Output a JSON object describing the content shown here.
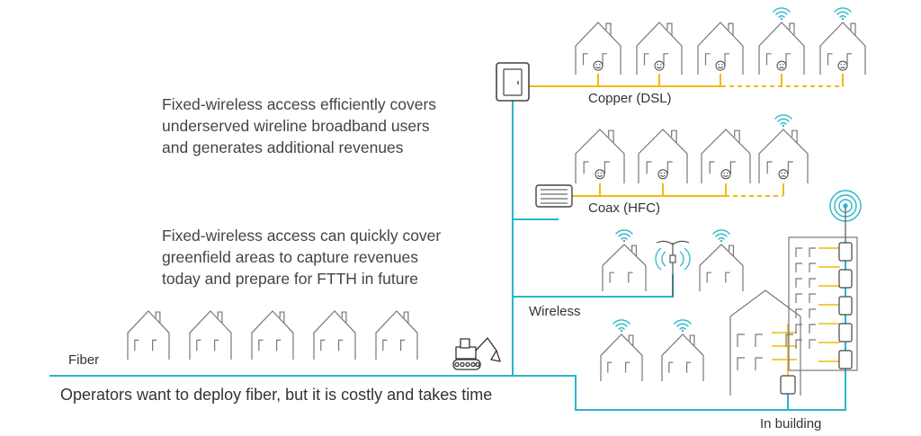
{
  "texts": {
    "fwa_underserved": [
      "Fixed-wireless access efficiently covers",
      "underserved wireline broadband users",
      "and generates additional revenues"
    ],
    "fwa_greenfield": [
      "Fixed-wireless access can quickly cover",
      "greenfield areas to capture revenues",
      "today and prepare for FTTH in future"
    ],
    "operators_fiber": "Operators want to deploy fiber, but it is costly and takes time"
  },
  "labels": {
    "copper": "Copper (DSL)",
    "coax": "Coax (HFC)",
    "wireless": "Wireless",
    "fiber": "Fiber",
    "in_building": "In building"
  },
  "colors": {
    "fiber": "#29b6c8",
    "copper": "#f2b90f",
    "wifi": "#29b6c8",
    "house": "#777777",
    "equipment": "#444444"
  },
  "copper_houses": [
    {
      "status": "happy",
      "wifi": false
    },
    {
      "status": "happy",
      "wifi": false
    },
    {
      "status": "happy",
      "wifi": false
    },
    {
      "status": "sad",
      "wifi": true
    },
    {
      "status": "sad",
      "wifi": true
    }
  ],
  "coax_houses": [
    {
      "status": "happy",
      "wifi": false
    },
    {
      "status": "happy",
      "wifi": false
    },
    {
      "status": "happy",
      "wifi": false
    },
    {
      "status": "sad",
      "wifi": true
    }
  ],
  "greenfield_house_count": 5
}
